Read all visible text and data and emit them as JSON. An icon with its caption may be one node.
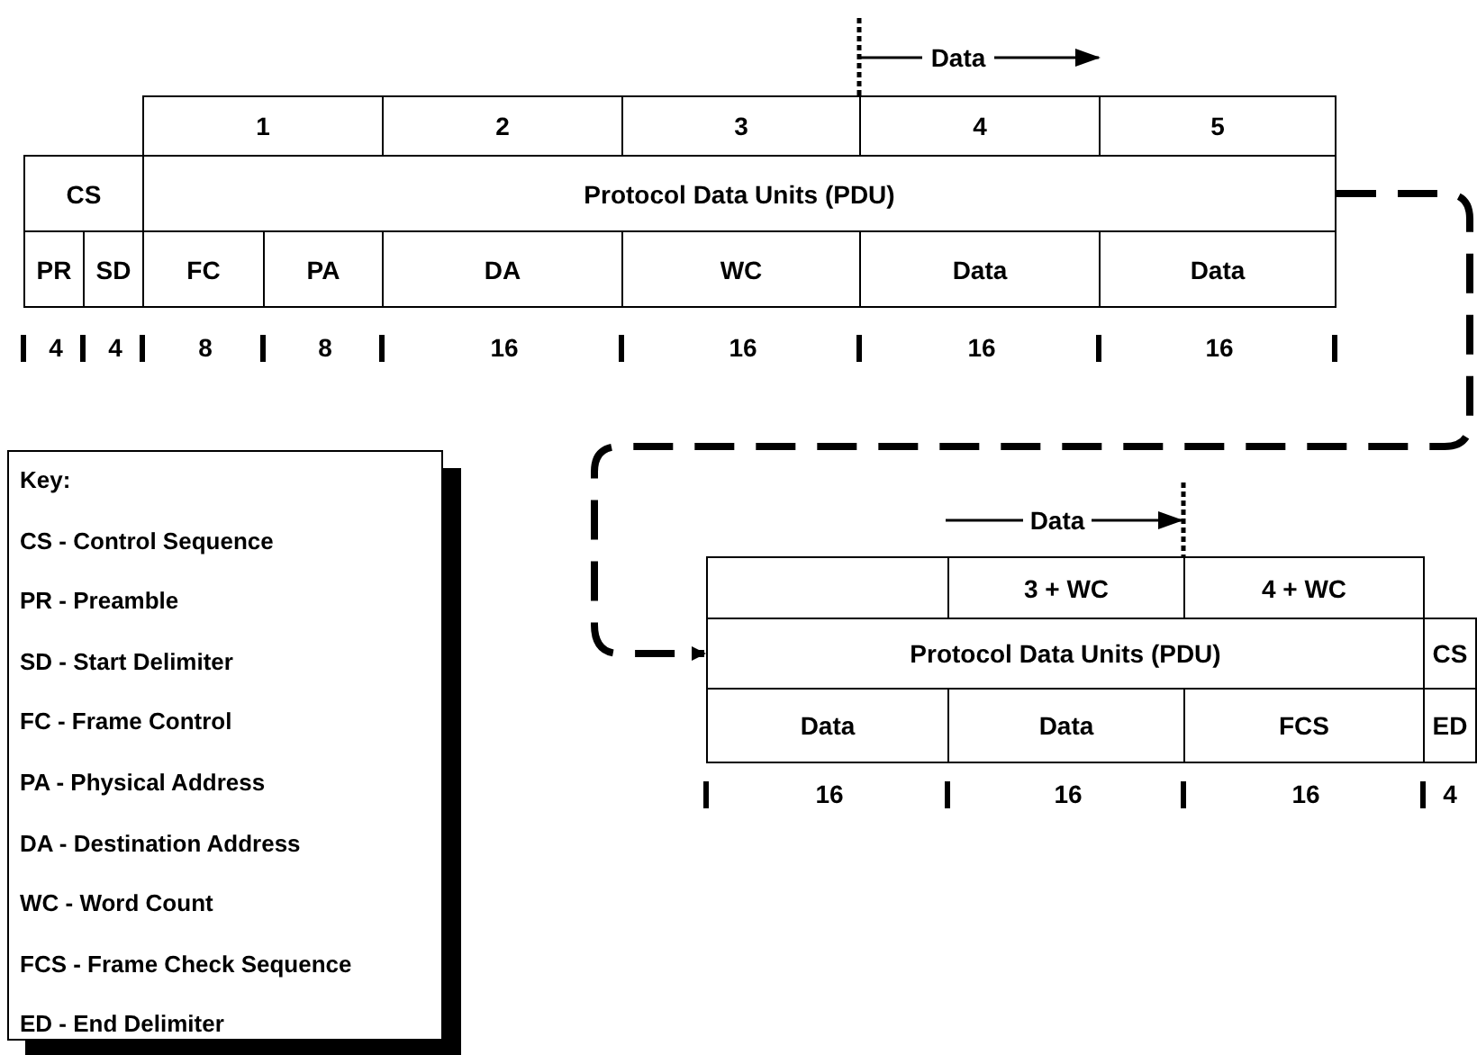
{
  "diagram": {
    "nodes": [
      {
        "text": [
          "Protocol Data Units (PDU)"
        ]
      },
      {
        "text": [
          "Protocol Data Units (PDU)"
        ]
      },
      {
        "text": [
          "Key:",
          "CS - Control Sequence",
          "PR - Preamble",
          "SD - Start Delimiter",
          "FC - Frame Control",
          "PA - Physical Address",
          "DA - Destination Address",
          "WC - Word Count",
          "FCS - Frame Check Sequence",
          "ED - End Delimiter"
        ]
      }
    ],
    "edges": [
      {
        "from": 0,
        "to": 1,
        "arrow": "to",
        "style": "dashed"
      }
    ],
    "labels": [
      "Data",
      "1",
      "2",
      "3",
      "4",
      "5",
      "CS",
      "PR",
      "SD",
      "FC",
      "PA",
      "DA",
      "WC",
      "Data",
      "Data",
      "4",
      "4",
      "8",
      "8",
      "16",
      "16",
      "16",
      "16",
      "Data",
      "3 + WC",
      "4 + WC",
      "CS",
      "Data",
      "Data",
      "FCS",
      "ED",
      "16",
      "16",
      "16",
      "4"
    ]
  }
}
